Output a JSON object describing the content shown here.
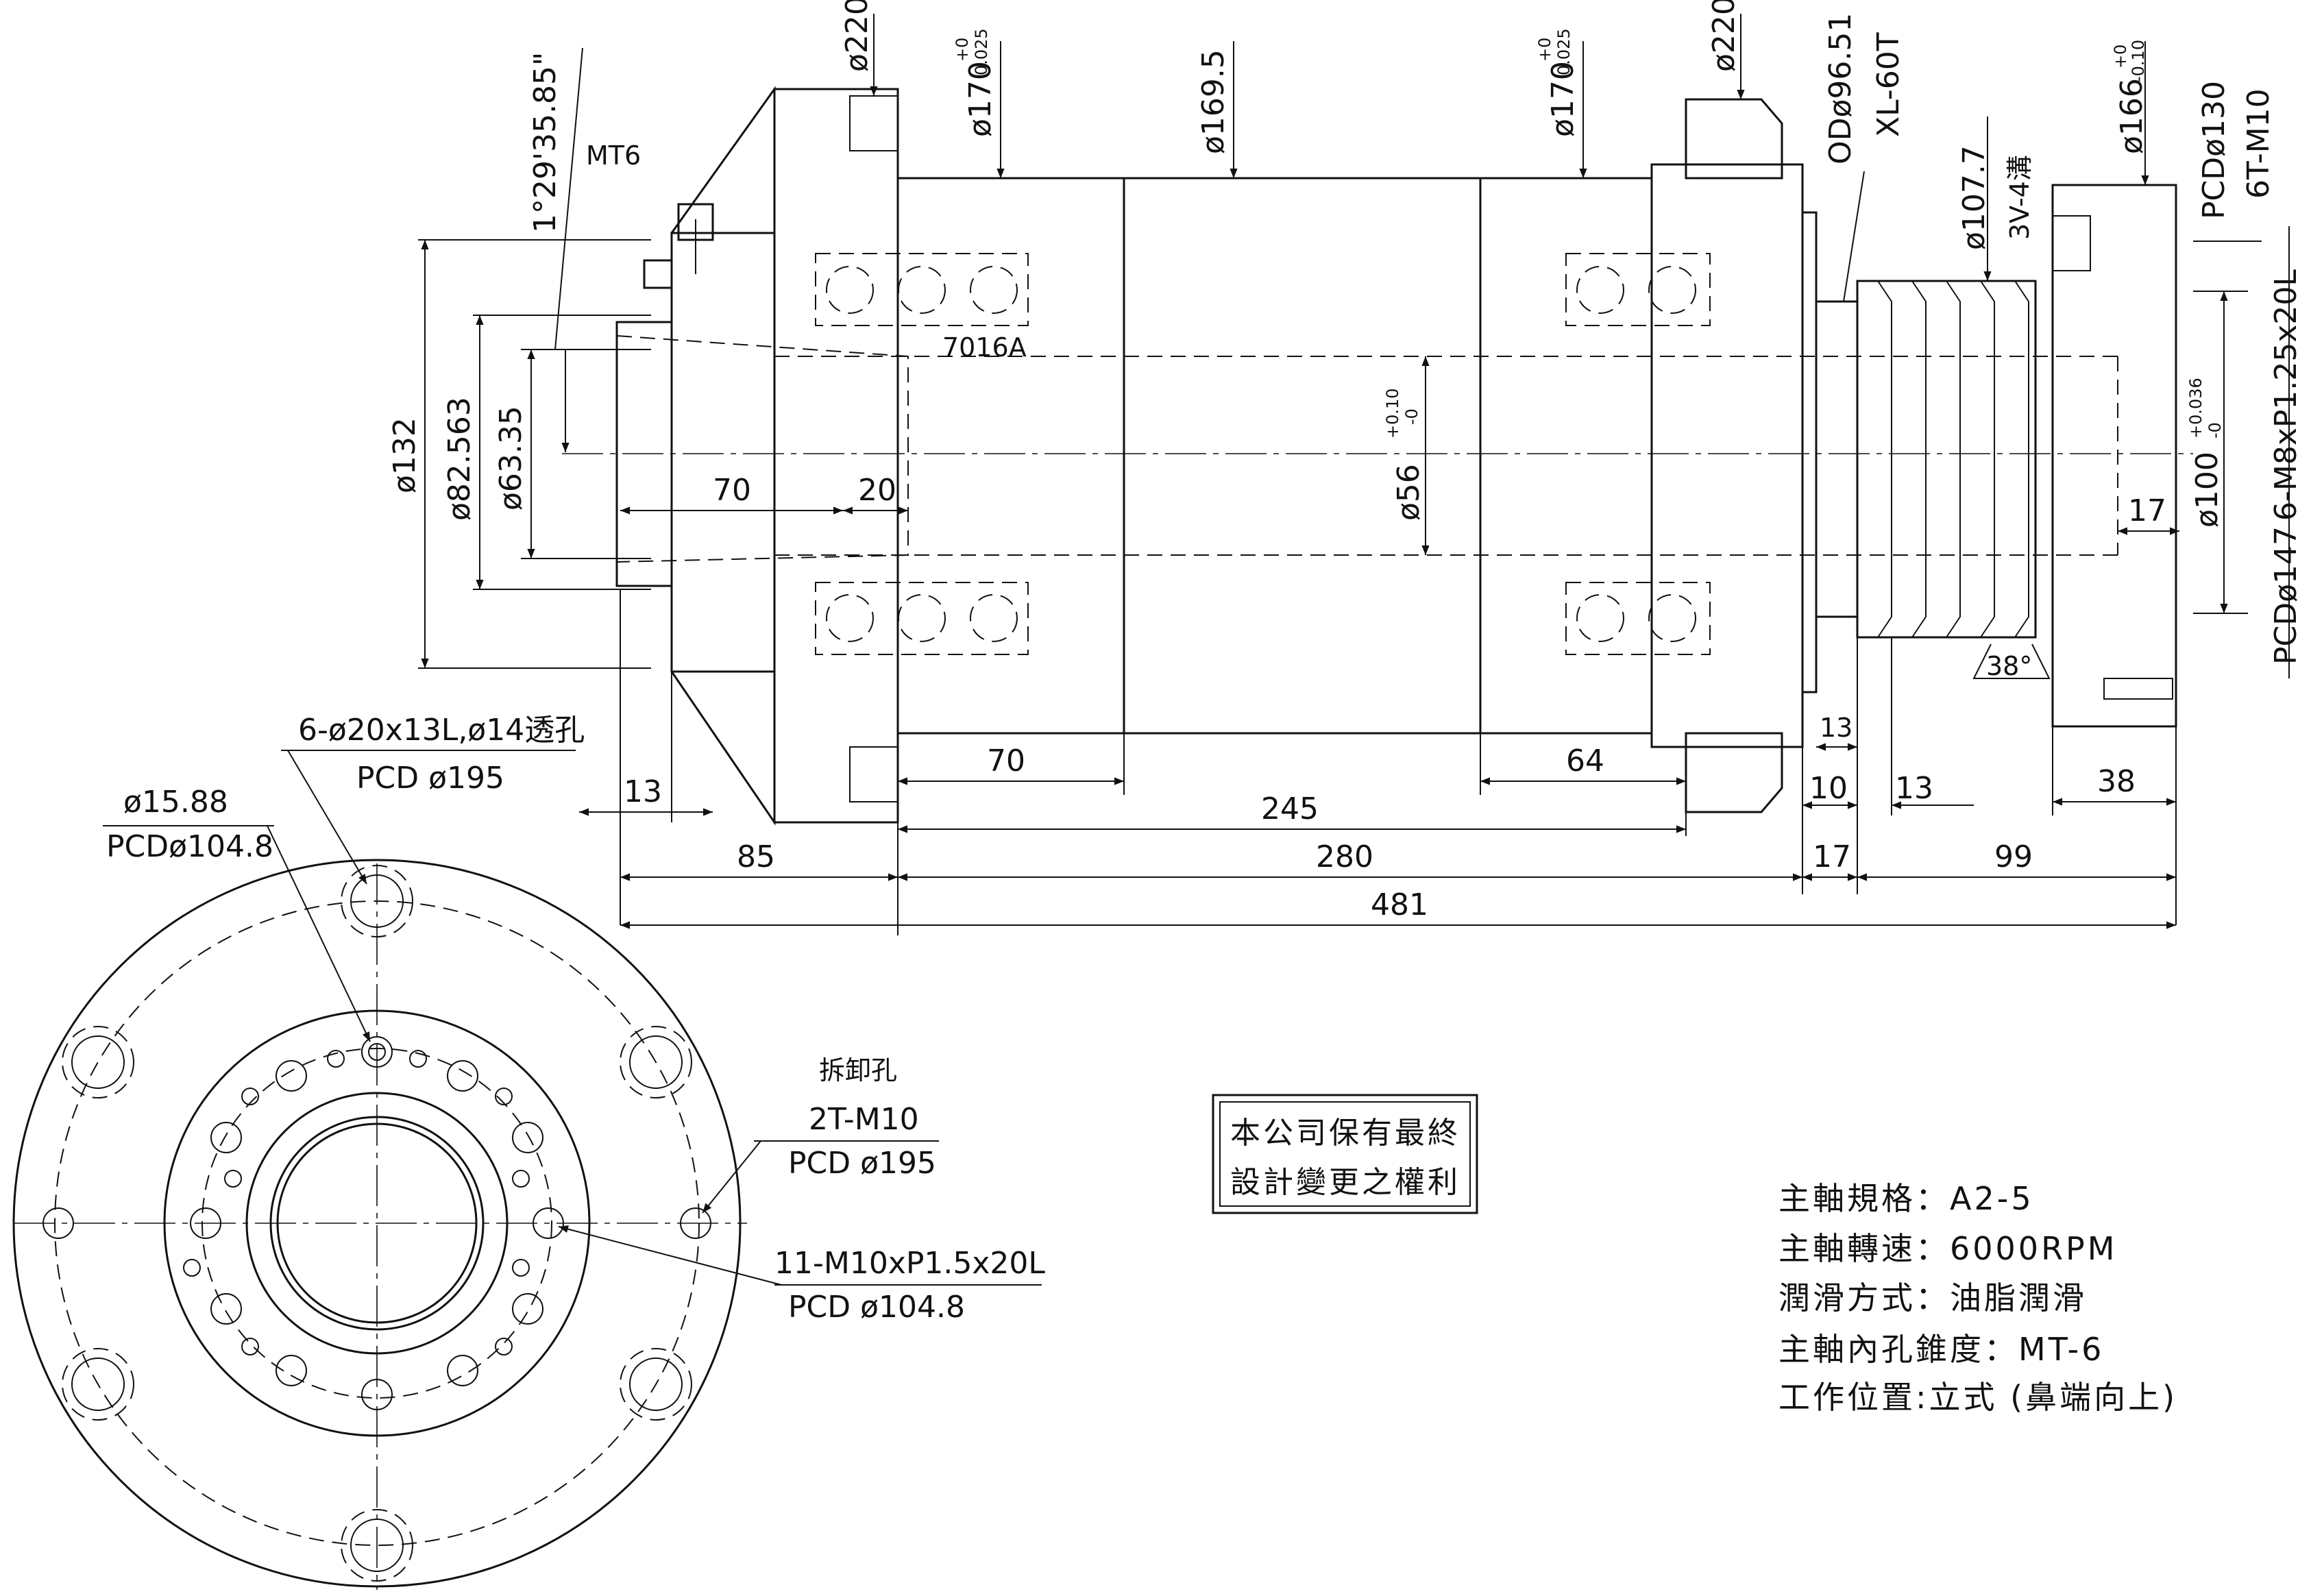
{
  "diagram": {
    "side_view_dimensions": {
      "taper_angle": "1°29'35.85\"",
      "taper_name": "MT6",
      "d220_front": "ø220",
      "d170_front": "ø170",
      "d170_tol_top": "+0",
      "d170_tol_bottom": "0.025",
      "d169_5": "ø169.5",
      "d170_rear": "ø170",
      "d170_rear_tol_top": "+0",
      "d170_rear_tol_bottom": "0.025",
      "d220_rear": "ø220",
      "pulley_od": "ODø96.51",
      "pulley_belt": "XL-60T",
      "d107_7": "ø107.7",
      "vbelt": "3V-4溝",
      "d166": "ø166",
      "d166_tol_top": "+0",
      "d166_tol_bottom": "-0.10",
      "pcd130": "PCDø130",
      "m10_6t": "6T-M10",
      "m8_thread": "6-M8xP1.25x20L",
      "pcd147": "PCDø147",
      "d100": "ø100",
      "d100_tol_top": "+0.036",
      "d100_tol_bottom": "-0",
      "d56": "ø56",
      "d56_tol_top": "+0.10",
      "d56_tol_bottom": "-0",
      "d132": "ø132",
      "d82_563": "ø82.563",
      "d63_35": "ø63.35",
      "bearing": "7016A",
      "len_70_inner": "70",
      "len_20": "20",
      "len_17_right": "17",
      "angle_38": "38°",
      "len_13_left": "13",
      "len_70_bottom": "70",
      "len_64": "64",
      "len_245": "245",
      "len_13_mid": "13",
      "len_10": "10",
      "len_13_pulley": "13",
      "len_38": "38",
      "len_85": "85",
      "len_280": "280",
      "len_17_bottom": "17",
      "len_99": "99",
      "len_481": "481"
    },
    "front_view_labels": {
      "holes_6": "6-ø20x13L,ø14透孔",
      "pcd195_top": "PCD ø195",
      "d15_88": "ø15.88",
      "pcd104_8_top": "PCDø104.8",
      "removal_hole": "拆卸孔",
      "t2_m10": "2T-M10",
      "pcd195_right": "PCD ø195",
      "m10_11": "11-M10xP1.5x20L",
      "pcd104_8_right": "PCD ø104.8"
    },
    "notice_box": {
      "line1": "本公司保有最終",
      "line2": "設計變更之權利"
    },
    "specs": [
      "主軸規格：A2-5",
      "主軸轉速：6000RPM",
      "潤滑方式：油脂潤滑",
      "主軸內孔錐度：MT-6",
      "工作位置:立式 (鼻端向上)"
    ]
  }
}
